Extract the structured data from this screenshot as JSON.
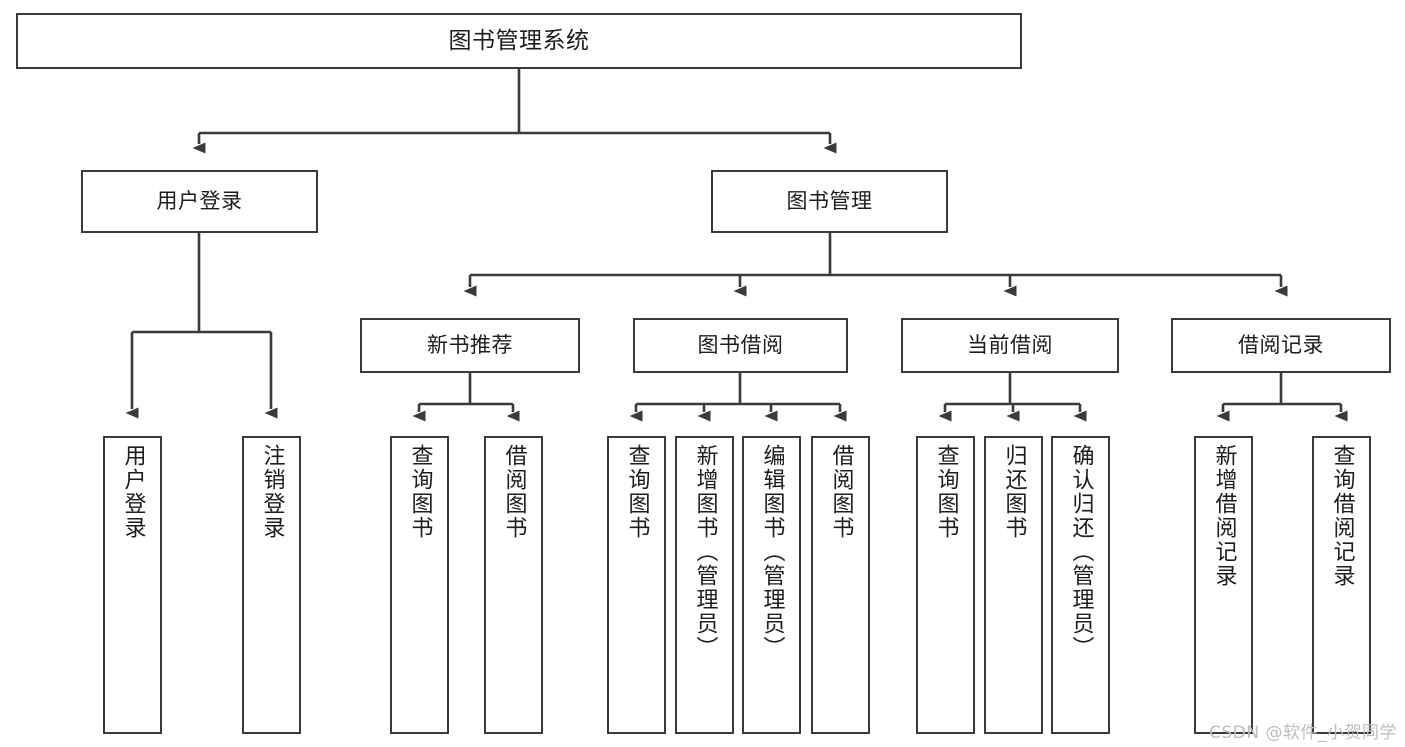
{
  "diagram": {
    "title": "图书管理系统",
    "type": "tree-hierarchy",
    "watermark": "CSDN @软件_小贺同学",
    "colors": {
      "stroke": "#3a3a3a",
      "box_fill": "#ffffff",
      "text": "#1d1d1d",
      "watermark": "#bdbdbd",
      "background": "#ffffff"
    },
    "root": {
      "label": "图书管理系统"
    },
    "level1": [
      {
        "label": "用户登录"
      },
      {
        "label": "图书管理"
      }
    ],
    "level2": [
      {
        "label": "新书推荐"
      },
      {
        "label": "图书借阅"
      },
      {
        "label": "当前借阅"
      },
      {
        "label": "借阅记录"
      }
    ],
    "leaves": {
      "user_login": [
        {
          "label": "用户登录"
        },
        {
          "label": "注销登录"
        }
      ],
      "new_book_recommend": [
        {
          "label": "查询图书"
        },
        {
          "label": "借阅图书"
        }
      ],
      "book_borrow": [
        {
          "label": "查询图书"
        },
        {
          "label": "新增图书（管理员）"
        },
        {
          "label": "编辑图书（管理员）"
        },
        {
          "label": "借阅图书"
        }
      ],
      "current_borrow": [
        {
          "label": "查询图书"
        },
        {
          "label": "归还图书"
        },
        {
          "label": "确认归还（管理员）"
        }
      ],
      "borrow_record": [
        {
          "label": "新增借阅记录"
        },
        {
          "label": "查询借阅记录"
        }
      ]
    }
  }
}
